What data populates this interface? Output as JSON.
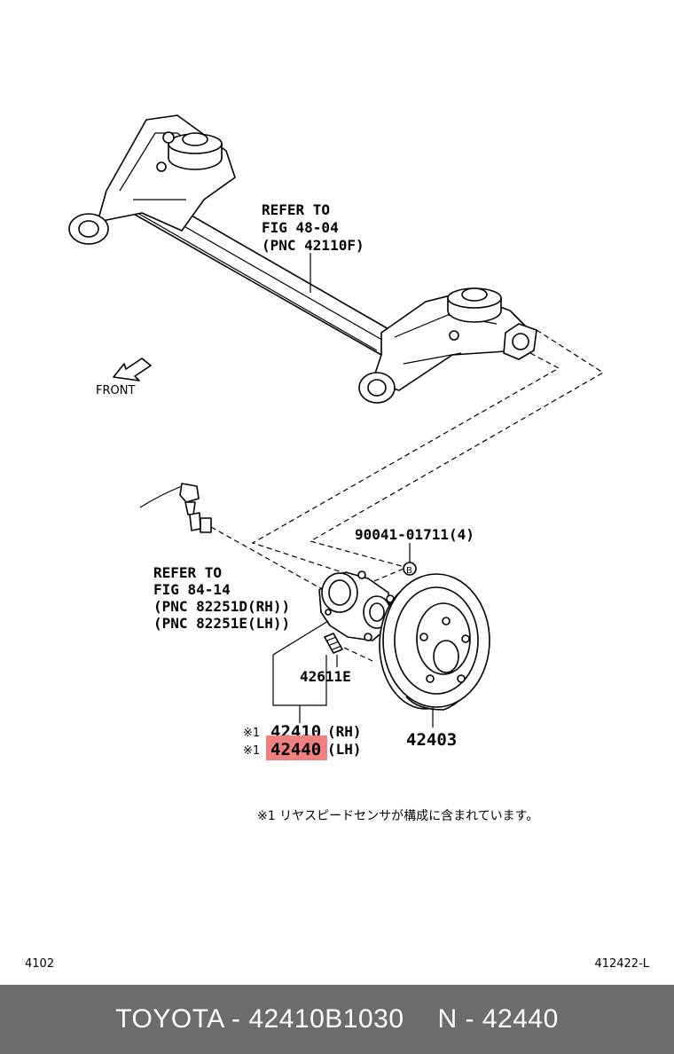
{
  "diagram": {
    "axle_ref": [
      "REFER TO",
      "FIG 48-04",
      "(PNC 42110F)"
    ],
    "front_label": "FRONT",
    "bolt_part": "90041-01711(4)",
    "bolt_marker": "B",
    "sensor_ref": [
      "REFER TO",
      "FIG 84-14",
      "(PNC 82251D(RH))",
      "(PNC 82251E(LH))"
    ],
    "stud_part": "42611E",
    "hub_rh_mark": "※1",
    "hub_rh_part": "42410",
    "hub_rh_side": "(RH)",
    "hub_lh_mark": "※1",
    "hub_lh_part": "42440",
    "hub_lh_side": "(LH)",
    "highlight_color": "#f08080",
    "drum_part": "42403",
    "note": "※1 リヤスピードセンサが構成に含まれています。",
    "fig_number": "4102",
    "drawing_code": "412422-L"
  },
  "footer": {
    "brand_part": "TOYOTA - 42410B1030",
    "pnc": "N - 42440"
  }
}
